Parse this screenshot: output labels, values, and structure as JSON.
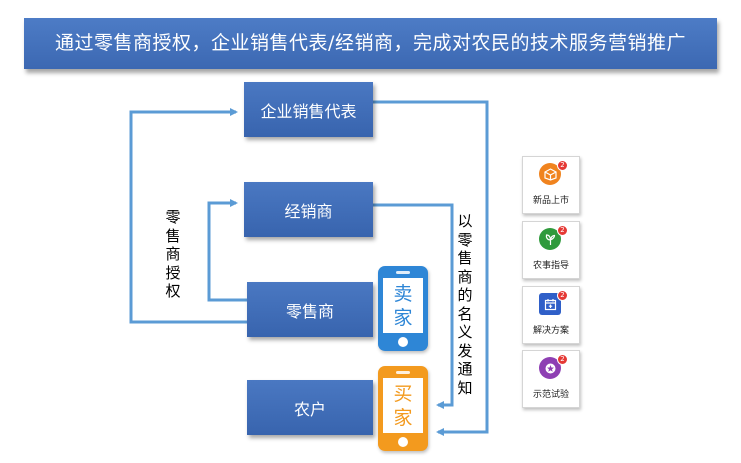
{
  "title": "通过零售商授权，企业销售代表/经销商，完成对农民的技术服务营销推广",
  "nodes": {
    "enterprise": "企业销售代表",
    "distributor": "经销商",
    "retailer": "零售商",
    "farmer": "农户"
  },
  "labels": {
    "retailer_auth": "零售商授权",
    "notify": "以零售商的名义发通知"
  },
  "phones": {
    "seller": [
      "卖",
      "家"
    ],
    "buyer": [
      "买",
      "家"
    ]
  },
  "apps": [
    {
      "label": "新品上市",
      "color": "#f0831e",
      "icon": "box-icon",
      "badge": "2"
    },
    {
      "label": "农事指导",
      "color": "#2f9a3c",
      "icon": "leaf-icon",
      "badge": "2"
    },
    {
      "label": "解决方案",
      "color": "#2f5fc8",
      "icon": "calendar-icon",
      "badge": "2"
    },
    {
      "label": "示范试验",
      "color": "#8e3fb3",
      "icon": "star-icon",
      "badge": "2"
    }
  ],
  "colors": {
    "node_blue": "#3f6cb7",
    "arrow_blue": "#5b9bd5",
    "seller_phone": "#2e86d6",
    "buyer_phone": "#f39a1e"
  }
}
